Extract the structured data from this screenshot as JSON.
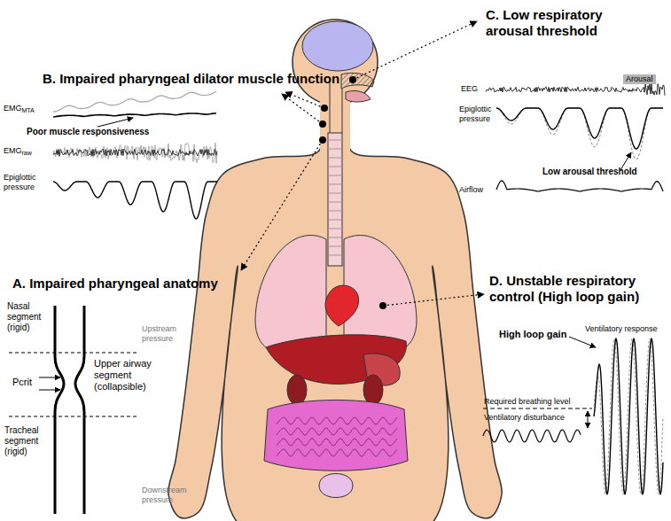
{
  "diagram": {
    "labels": [
      "B. Impaired pharyngeal dilator muscle function",
      "C. Low respiratory arousal threshold",
      "Arousal",
      "EEG",
      "EMG",
      "MTA",
      "Poor muscle responsiveness",
      "EMG",
      "raw",
      "Epiglottic pressure",
      "Epiglottic pressure",
      "Low arousal threshold",
      "Airflow",
      "A. Impaired pharyngeal anatomy",
      "D. Unstable respiratory control (High loop gain)",
      "Nasal segment (rigid)",
      "Upstream pressure",
      "High loop gain",
      "Ventilatory response",
      "Pcrit",
      "Upper airway segment (collapsible)",
      "Required breathing level",
      "Ventilatory disturbance",
      "Tracheal segment (rigid)",
      "Downstream pressure"
    ]
  }
}
